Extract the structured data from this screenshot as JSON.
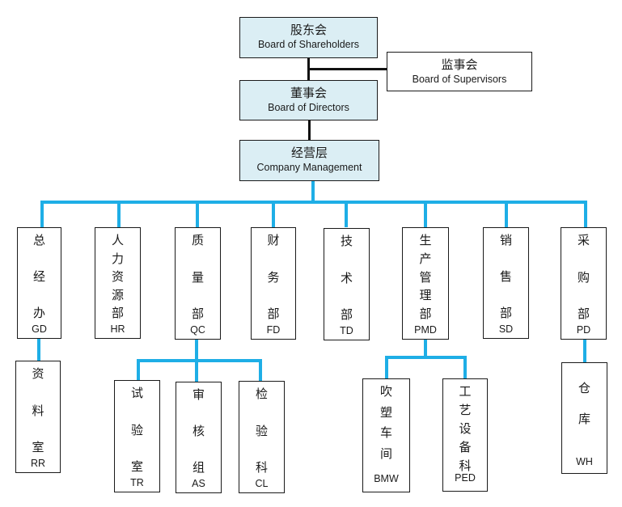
{
  "colors": {
    "top_box_fill": "#dbeef4",
    "connector_top": "#111111",
    "connector_org": "#1eaee6",
    "border": "#1a1a1a"
  },
  "top": {
    "shareholders": {
      "cn": "股东会",
      "en": "Board of Shareholders"
    },
    "supervisors": {
      "cn": "监事会",
      "en": "Board of Supervisors"
    },
    "directors": {
      "cn": "董事会",
      "en": "Board of Directors"
    },
    "management": {
      "cn": "经营层",
      "en": "Company Management"
    }
  },
  "departments": [
    {
      "chars": [
        "总",
        "经",
        "办"
      ],
      "code": "GD"
    },
    {
      "chars": [
        "人",
        "力",
        "资",
        "源",
        "部"
      ],
      "code": "HR"
    },
    {
      "chars": [
        "质",
        "量",
        "部"
      ],
      "code": "QC"
    },
    {
      "chars": [
        "财",
        "务",
        "部"
      ],
      "code": "FD"
    },
    {
      "chars": [
        "技",
        "术",
        "部"
      ],
      "code": "TD"
    },
    {
      "chars": [
        "生",
        "产",
        "管",
        "理",
        "部"
      ],
      "code": "PMD"
    },
    {
      "chars": [
        "销",
        "售",
        "部"
      ],
      "code": "SD"
    },
    {
      "chars": [
        "采",
        "购",
        "部"
      ],
      "code": "PD"
    }
  ],
  "subunits": [
    {
      "parent": "GD",
      "chars": [
        "资",
        "料",
        "室"
      ],
      "code": "RR"
    },
    {
      "parent": "QC",
      "chars": [
        "试",
        "验",
        "室"
      ],
      "code": "TR"
    },
    {
      "parent": "QC",
      "chars": [
        "审",
        "核",
        "组"
      ],
      "code": "AS"
    },
    {
      "parent": "QC",
      "chars": [
        "检",
        "验",
        "科"
      ],
      "code": "CL"
    },
    {
      "parent": "PMD",
      "chars": [
        "吹",
        "塑",
        "车",
        "间"
      ],
      "code": "BMW"
    },
    {
      "parent": "PMD",
      "chars": [
        "工",
        "艺",
        "设",
        "备",
        "科"
      ],
      "code": "PED"
    },
    {
      "parent": "PD",
      "chars": [
        "仓",
        "库"
      ],
      "code": "WH"
    }
  ]
}
